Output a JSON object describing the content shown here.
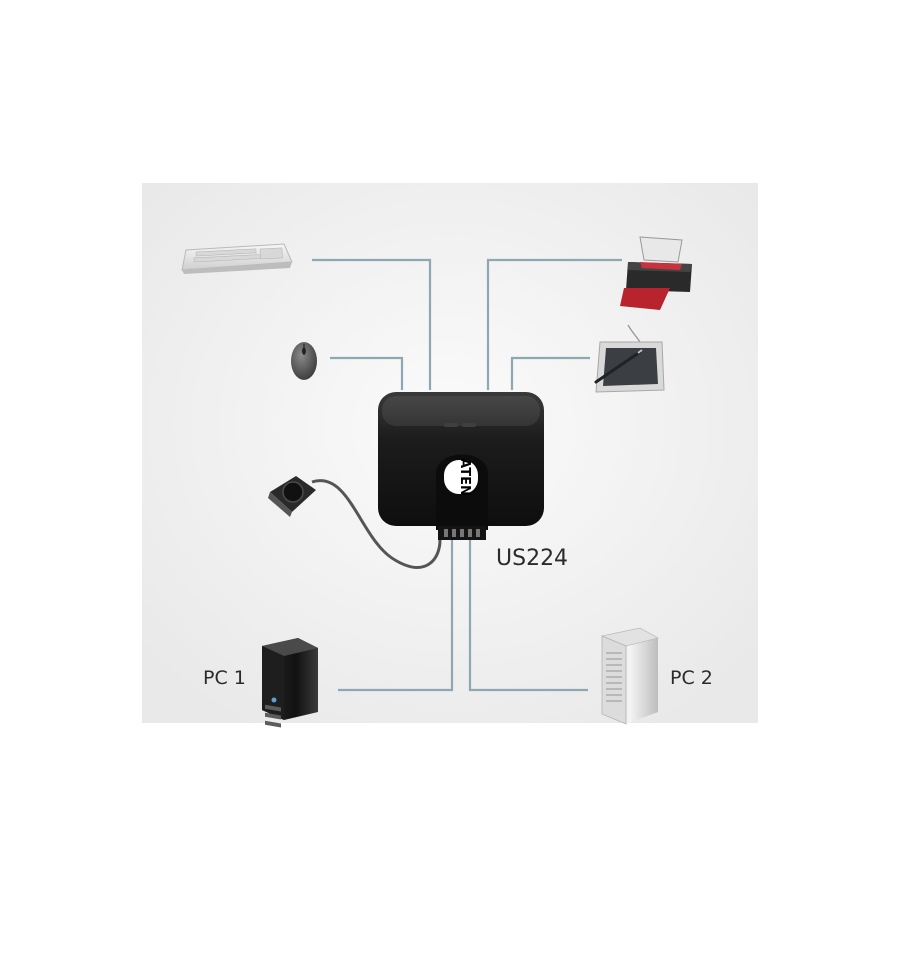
{
  "device_label": "US224",
  "brand_logo": "ATEN",
  "computers": [
    {
      "label": "PC 1",
      "icon": "tower-pc-black-icon"
    },
    {
      "label": "PC 2",
      "icon": "tower-pc-silver-icon"
    }
  ],
  "peripherals": [
    {
      "icon": "keyboard-icon"
    },
    {
      "icon": "mouse-icon"
    },
    {
      "icon": "printer-icon"
    },
    {
      "icon": "drawing-tablet-icon"
    },
    {
      "icon": "remote-switch-icon"
    }
  ],
  "colors": {
    "connector_line": "#8fa7b3",
    "cable": "#555555",
    "device_body": "#1a1a1a",
    "background_gradient": [
      "#ececec",
      "#fafafa"
    ]
  }
}
